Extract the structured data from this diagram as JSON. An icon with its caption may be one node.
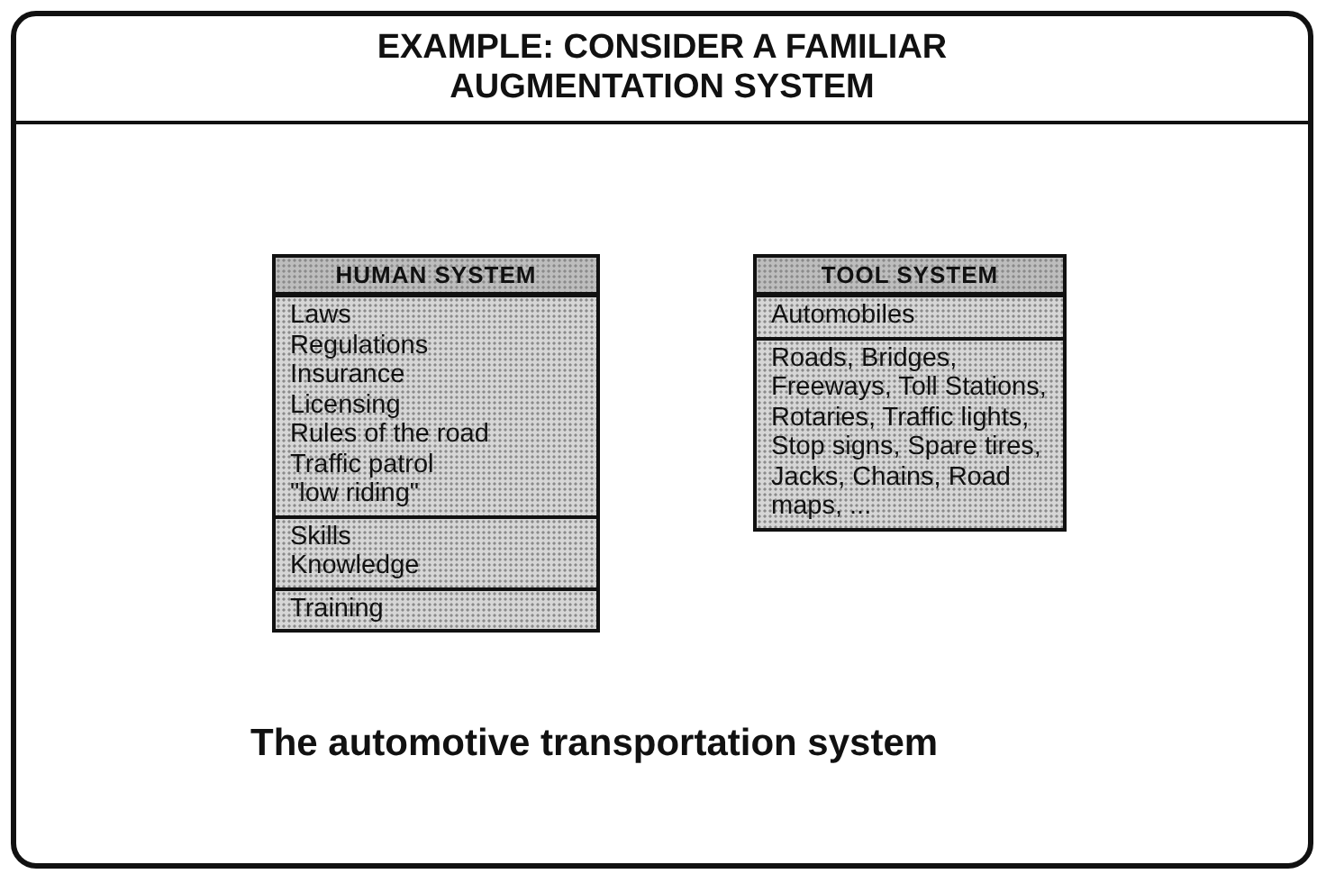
{
  "diagram": {
    "title": "EXAMPLE:  CONSIDER A FAMILIAR AUGMENTATION SYSTEM",
    "caption": "The automotive transportation system",
    "nodes": [
      {
        "text": [
          "HUMAN SYSTEM"
        ]
      },
      {
        "text": [
          "Laws",
          "Regulations",
          "Insurance",
          "Licensing",
          "Rules of the road",
          "Traffic patrol",
          "\"low riding\""
        ],
        "in": 0
      },
      {
        "text": [
          "Skills",
          "Knowledge"
        ],
        "in": 0
      },
      {
        "text": [
          "Training"
        ],
        "in": 0
      },
      {
        "text": [
          "TOOL SYSTEM"
        ]
      },
      {
        "text": [
          "Automobiles"
        ],
        "in": 4
      },
      {
        "text": [
          "Roads, Bridges, Freeways, Toll Stations, Rotaries, Traffic lights, Stop signs, Spare tires, Jacks, Chains, Road maps, ..."
        ],
        "in": 4
      }
    ]
  }
}
